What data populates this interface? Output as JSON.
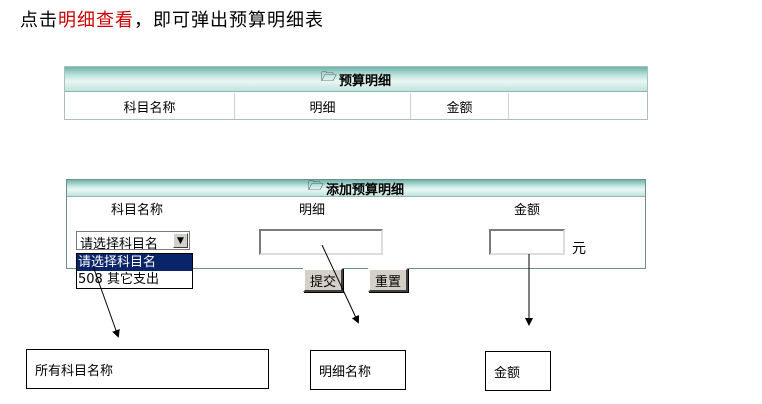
{
  "instruction": {
    "prefix": "点击",
    "highlight": "明细查看",
    "suffix": "，即可弹出预算明细表"
  },
  "budget_panel": {
    "folder_icon": "🗁",
    "title": "预算明细",
    "columns": [
      "科目名称",
      "明细",
      "金额",
      ""
    ]
  },
  "add_panel": {
    "folder_icon": "🗁",
    "title": "添加预算明细",
    "col_subject": "科目名称",
    "col_detail": "明细",
    "col_amount": "金额",
    "select_value": "请选择科目名",
    "dropdown_options": [
      "请选择科目名",
      "508 其它支出"
    ],
    "detail_value": "",
    "amount_value": "",
    "unit": "元",
    "submit_label": "提交",
    "reset_label": "重置"
  },
  "callouts": {
    "subject": "所有科目名称",
    "detail": "明细名称",
    "amount": "金额"
  }
}
